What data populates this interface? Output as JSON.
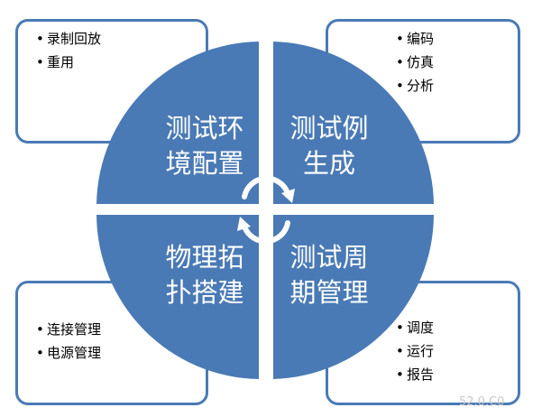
{
  "quadrants": {
    "top_left": {
      "line1": "测试环",
      "line2": "境配置"
    },
    "top_right": {
      "line1": "测试例",
      "line2": "生成"
    },
    "bottom_left": {
      "line1": "物理拓",
      "line2": "扑搭建"
    },
    "bottom_right": {
      "line1": "测试周",
      "line2": "期管理"
    }
  },
  "callouts": {
    "top_left": {
      "bullet": "•",
      "items": [
        "录制回放",
        "重用"
      ]
    },
    "top_right": {
      "bullet": "•",
      "items": [
        "编码",
        "仿真",
        "分析"
      ]
    },
    "bottom_left": {
      "bullet": "•",
      "items": [
        "连接管理",
        "电源管理"
      ]
    },
    "bottom_right": {
      "bullet": "•",
      "items": [
        "调度",
        "运行",
        "报告"
      ]
    }
  },
  "colors": {
    "disc": "#4a7ab5",
    "border": "#4a7ab5",
    "arrow": "#ffffff"
  },
  "icons": {
    "center": "cycle-arrows-icon"
  },
  "watermark": "52.0.C0"
}
